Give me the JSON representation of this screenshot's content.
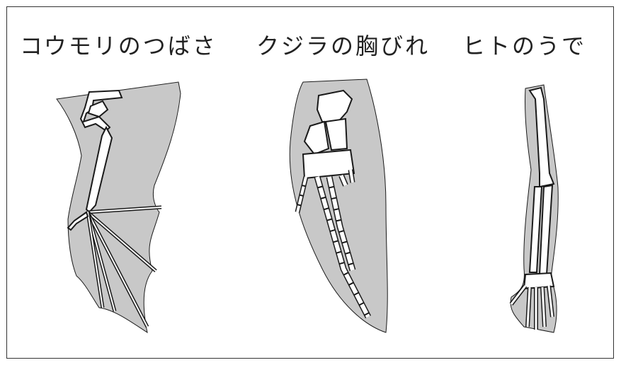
{
  "labels": {
    "bat": "コウモリのつばさ",
    "whale": "クジラの胸びれ",
    "human": "ヒトのうで"
  },
  "colors": {
    "skin": "#c8c8c8",
    "bone_fill": "#ffffff",
    "outline": "#1a1a1a",
    "border": "#333333"
  }
}
